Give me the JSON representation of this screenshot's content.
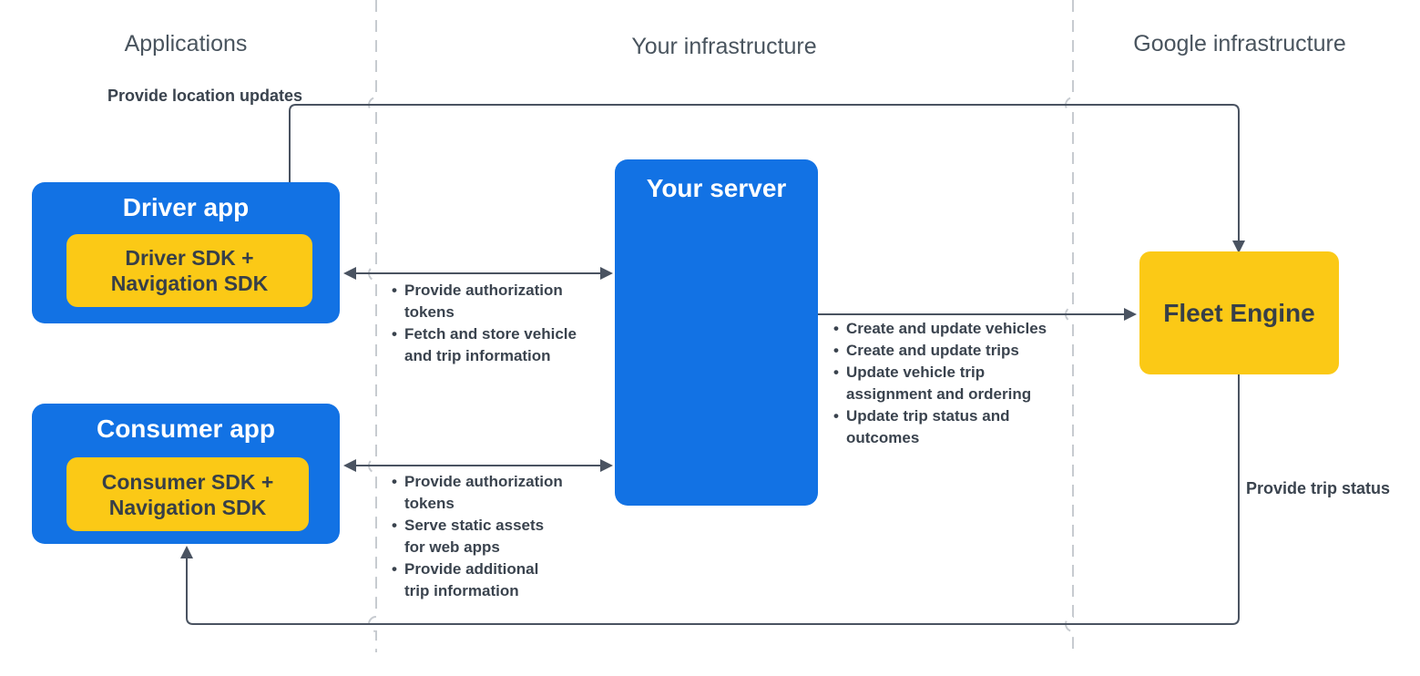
{
  "headers": {
    "applications": "Applications",
    "your_infrastructure": "Your infrastructure",
    "google_infrastructure": "Google infrastructure"
  },
  "nodes": {
    "driver_app": {
      "title": "Driver app",
      "sdk": "Driver SDK +\nNavigation SDK"
    },
    "consumer_app": {
      "title": "Consumer app",
      "sdk": "Consumer SDK +\nNavigation SDK"
    },
    "your_server": {
      "title": "Your server"
    },
    "fleet_engine": {
      "title": "Fleet Engine"
    }
  },
  "edge_labels": {
    "provide_location_updates": "Provide location updates",
    "provide_trip_status": "Provide trip status"
  },
  "bullet_lists": {
    "driver_server": {
      "items": [
        "Provide authorization\ntokens",
        "Fetch and store vehicle\nand trip information"
      ]
    },
    "consumer_server": {
      "items": [
        "Provide authorization\ntokens",
        "Serve static assets\nfor web apps",
        "Provide additional\ntrip information"
      ]
    },
    "server_fleet": {
      "items": [
        "Create and update vehicles",
        "Create and update trips",
        "Update vehicle trip\nassignment and ordering",
        "Update trip status and\noutcomes"
      ]
    }
  },
  "glyphs": {
    "bullet": "•"
  },
  "colors": {
    "blue": "#1272E4",
    "yellow": "#FBC916",
    "dark_text": "#373F48",
    "label_text": "#3A434E",
    "header_text": "#49545E",
    "line": "#4A5361",
    "dashed_line": "#C7CBD0"
  }
}
